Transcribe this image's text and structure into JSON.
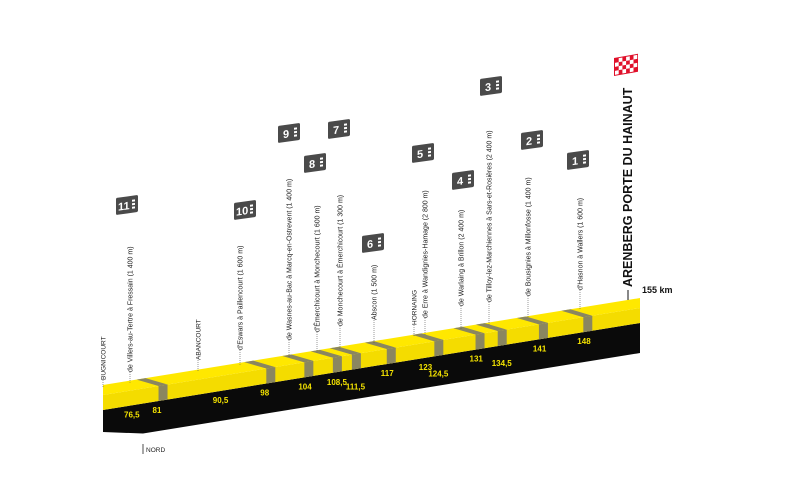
{
  "title": "Stage profile – cobbled sectors",
  "finish": {
    "name": "ARENBERG PORTE DU HAINAUT",
    "distance": "155 km"
  },
  "region": "NORD",
  "towns": [
    {
      "name": "BUGNICOURT"
    },
    {
      "name": "ABANCOURT"
    },
    {
      "name": "HORNAING"
    }
  ],
  "sectors": [
    {
      "number": "11",
      "label": "de Villers-au-Tertre à Fressain (1 400 m)"
    },
    {
      "number": "10",
      "label": "d'Eswars à Paillencourt (1 600 m)"
    },
    {
      "number": "9",
      "label": "de Wasnes-au-Bac à Marcq-en-Ostrevent (1 400 m)"
    },
    {
      "number": "8",
      "label": "d'Émerchicourt à Monchecourt (1 600 m)"
    },
    {
      "number": "7",
      "label": "de Monchecourt à Émerchicourt (1 300 m)"
    },
    {
      "number": "6",
      "label": "Abscon (1 500 m)"
    },
    {
      "number": "5",
      "label": "de Erre à Wandignies-Hamage (2 800 m)"
    },
    {
      "number": "4",
      "label": "de Warlaing à Brillon (2 400 m)"
    },
    {
      "number": "3",
      "label": "de Tilloy-lez-Marchiennes à Sars-et-Rosières (2 400 m)"
    },
    {
      "number": "2",
      "label": "de Bousignies à Millonfosse (1 400 m)"
    },
    {
      "number": "1",
      "label": "d'Hasnon à Wallers (1 600 m)"
    }
  ],
  "km_markers": [
    "76,5",
    "81",
    "90,5",
    "98",
    "104",
    "108,5",
    "111,5",
    "117",
    "123",
    "124,5",
    "131",
    "134,5",
    "141",
    "148"
  ],
  "cobble_km": [
    81,
    98,
    104,
    108.5,
    111.5,
    117,
    124.5,
    131,
    134.5,
    141,
    148
  ],
  "colors": {
    "yellow": "#ffe800",
    "yellow_front": "#f4dc00",
    "base": "#0a0a0a",
    "cobble": "#8a8660",
    "badge": "#4a4a4a",
    "flag": "#e0102a"
  }
}
